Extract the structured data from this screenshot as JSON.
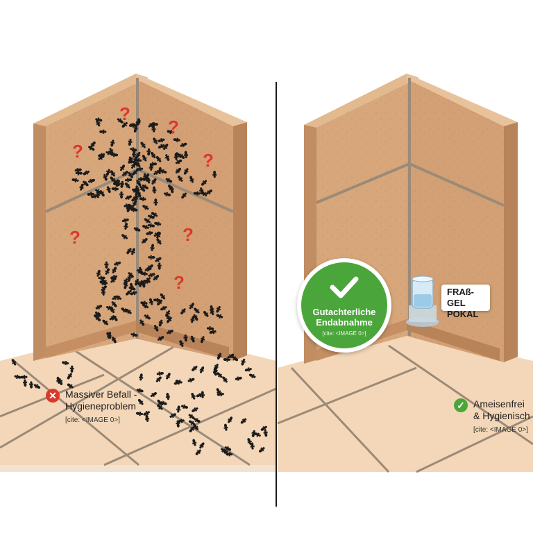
{
  "left_panel": {
    "caption": {
      "line1": "Massiver Befall -",
      "line2": "Hygieneproblem",
      "cite": "[cite: <IMAGE 0>]"
    },
    "status_icon": "x-icon",
    "question_mark": "?"
  },
  "right_panel": {
    "badge": {
      "line1": "Gutachterliche",
      "line2": "Endabnahme",
      "cite": "[cite: <IMAGE 0>]"
    },
    "product_label": {
      "line1": "FRAß-GEL",
      "line2": "POKAL"
    },
    "caption": {
      "line1": "Ameisenfrei",
      "line2": "& Hygienisch",
      "cite": "[cite: <IMAGE 0>]"
    },
    "status_icon": "check-icon"
  },
  "colors": {
    "wall": "#d7a77b",
    "wall_edge": "#b9835a",
    "grout": "#9b8a78",
    "floor": "#f3d7b8",
    "danger": "#d9392b",
    "success": "#4aa63a"
  }
}
